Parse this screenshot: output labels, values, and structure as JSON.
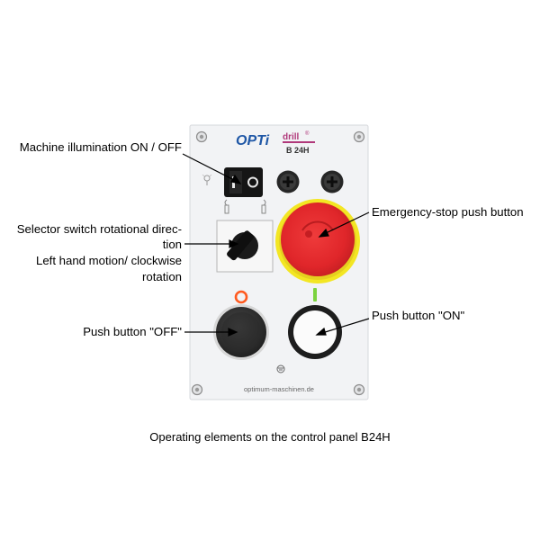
{
  "panel": {
    "brand": "OPTi",
    "product": "drill",
    "registered": "®",
    "model": "B 24H",
    "website": "optimum-maschinen.de",
    "colors": {
      "panel": "#f2f3f5",
      "estop_red": "#e4282b",
      "estop_ring": "#f3e623",
      "on_indicator": "#7bd33f",
      "off_indicator": "#ff5a1f",
      "brand_blue": "#1f57a6",
      "brand_magenta": "#b0387a"
    },
    "icons": [
      "screw-icon",
      "lamp-icon",
      "rocker-switch-icon",
      "fuse-icon",
      "selector-switch-icon",
      "emergency-stop-icon",
      "off-button-icon",
      "on-button-icon",
      "ground-symbol-icon"
    ]
  },
  "callouts": {
    "illumination": "Machine illumination ON / OFF",
    "selector_line1": "Selector switch rotational direc-",
    "selector_line2": "tion",
    "selector_line3": "Left hand motion/ clockwise",
    "selector_line4": "rotation",
    "estop": "Emergency-stop push button",
    "off_button": "Push button \"OFF\"",
    "on_button": "Push button \"ON\""
  },
  "caption": "Operating elements on the control panel B24H"
}
